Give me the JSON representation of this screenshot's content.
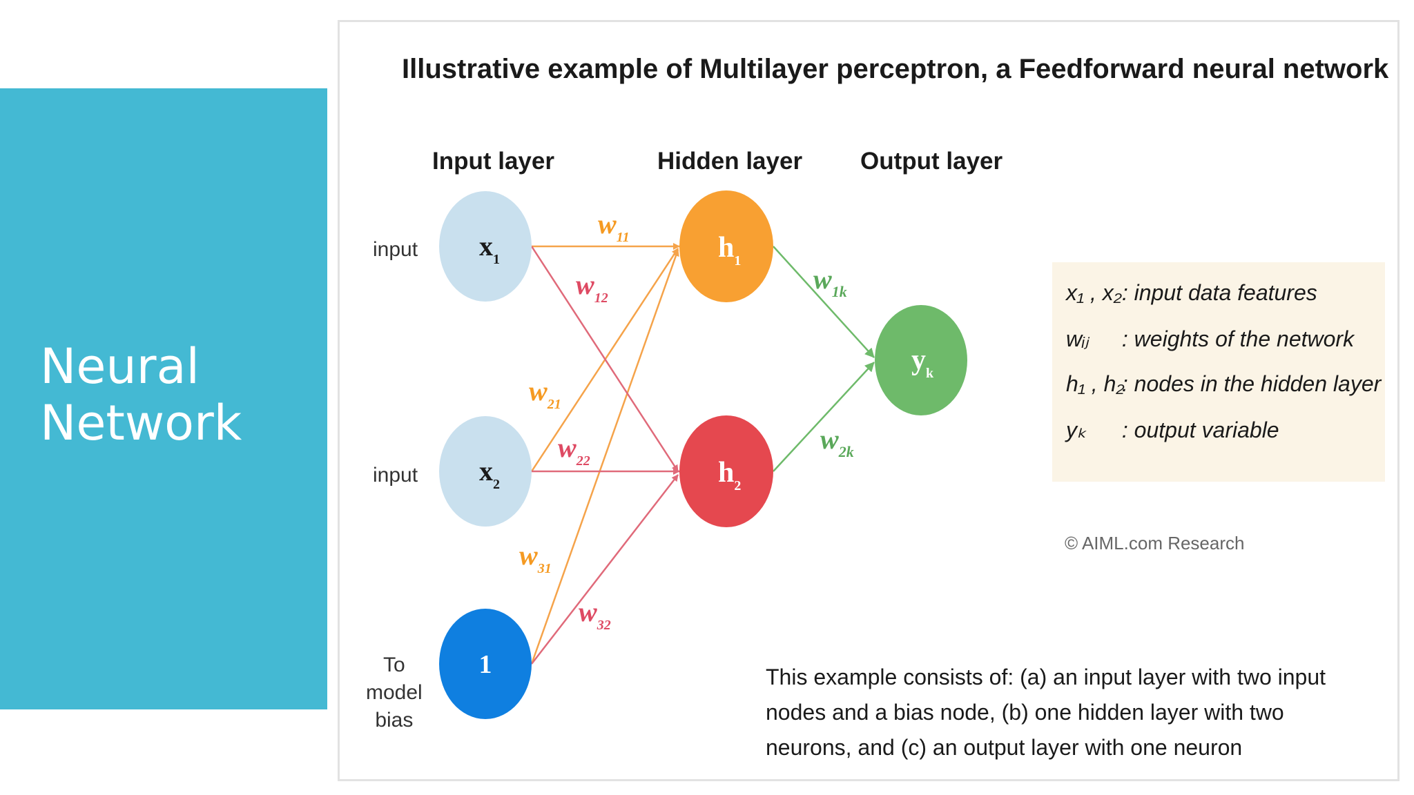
{
  "slide": {
    "title_line1": "Neural",
    "title_line2": "Network"
  },
  "figure": {
    "title": "Illustrative example of Multilayer perceptron, a Feedforward neural network",
    "layers": {
      "input": "Input layer",
      "hidden": "Hidden layer",
      "output": "Output layer"
    },
    "side_labels": {
      "x1": "input",
      "x2": "input",
      "bias_line1": "To",
      "bias_line2": "model",
      "bias_line3": "bias"
    },
    "nodes": {
      "x1": {
        "main": "x",
        "sub": "1",
        "color": "#c9e0ee"
      },
      "x2": {
        "main": "x",
        "sub": "2",
        "color": "#c9e0ee"
      },
      "bias": {
        "main": "1",
        "sub": "",
        "color": "#0f7fe0"
      },
      "h1": {
        "main": "h",
        "sub": "1",
        "color": "#f8a032"
      },
      "h2": {
        "main": "h",
        "sub": "2",
        "color": "#e5484f"
      },
      "yk": {
        "main": "y",
        "sub": "k",
        "color": "#6eba6a"
      }
    },
    "weights": {
      "w11": {
        "main": "w",
        "sub": "11"
      },
      "w12": {
        "main": "w",
        "sub": "12"
      },
      "w21": {
        "main": "w",
        "sub": "21"
      },
      "w22": {
        "main": "w",
        "sub": "22"
      },
      "w31": {
        "main": "w",
        "sub": "31"
      },
      "w32": {
        "main": "w",
        "sub": "32"
      },
      "w1k": {
        "main": "w",
        "sub": "1k"
      },
      "w2k": {
        "main": "w",
        "sub": "2k"
      }
    },
    "legend": {
      "row1_symbol": "x₁ , x₂",
      "row1_text": ": input data features",
      "row2_symbol": "wᵢⱼ",
      "row2_text": ": weights of the network",
      "row3_symbol": "h₁ , h₂",
      "row3_text": ": nodes in the hidden layer",
      "row4_symbol": "yₖ",
      "row4_text": ": output variable"
    },
    "credit": "© AIML.com Research",
    "caption": "This example consists of:  (a) an input layer with two input nodes and a bias node, (b) one hidden layer with two neurons, and (c) an output layer with one neuron"
  },
  "colors": {
    "panel": "#44b9d3",
    "edge_orange": "#f5a34a",
    "edge_red": "#e06a7a",
    "edge_green": "#6eba6a",
    "weight_orange": "#f59a22",
    "weight_red": "#de4a63",
    "weight_green": "#5aa85a"
  }
}
